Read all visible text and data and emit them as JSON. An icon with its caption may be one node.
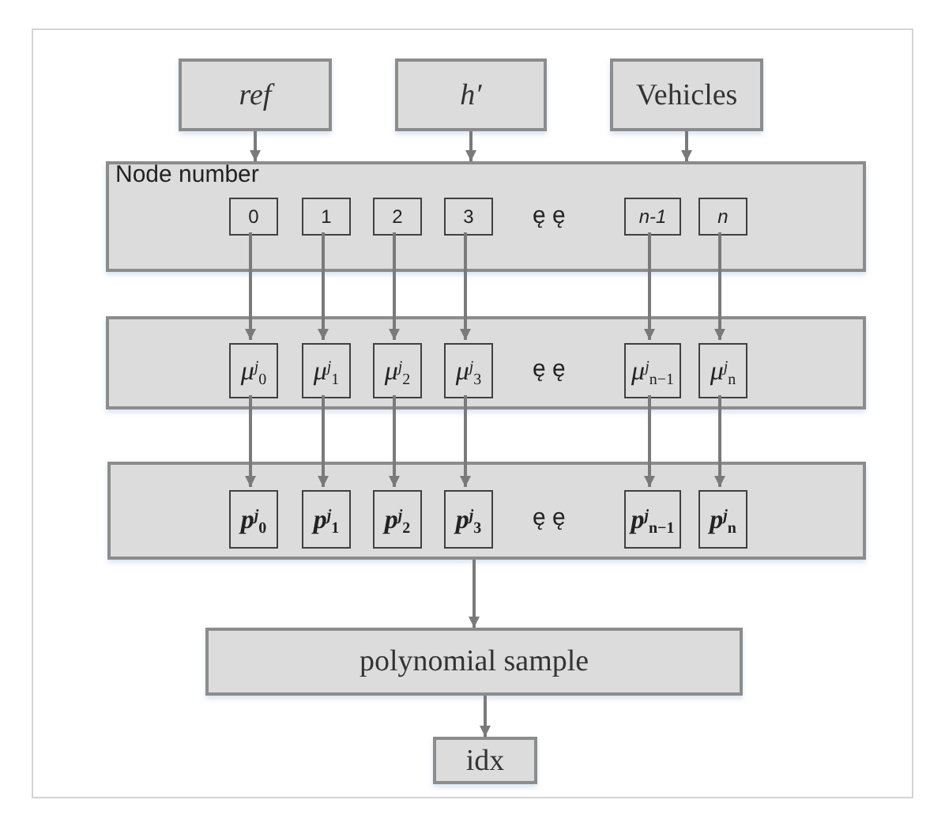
{
  "diagram": {
    "nodes": [
      {
        "text": [
          "ref"
        ]
      },
      {
        "text": [
          "h′"
        ]
      },
      {
        "text": [
          "Vehicles"
        ]
      },
      {
        "text": [
          "Node number"
        ]
      },
      {
        "text": [
          "0"
        ],
        "in": 3
      },
      {
        "text": [
          "1"
        ],
        "in": 3
      },
      {
        "text": [
          "2"
        ],
        "in": 3
      },
      {
        "text": [
          "3"
        ],
        "in": 3
      },
      {
        "text": [
          "n-1"
        ],
        "in": 3
      },
      {
        "text": [
          "n"
        ],
        "in": 3
      },
      {
        "text": [],
        "shape": "box"
      },
      {
        "text": [
          "μ$^{j}$$_{0}$"
        ],
        "in": 10
      },
      {
        "text": [
          "μ$^{j}$$_{1}$"
        ],
        "in": 10
      },
      {
        "text": [
          "μ$^{j}$$_{2}$"
        ],
        "in": 10
      },
      {
        "text": [
          "μ$^{j}$$_{3}$"
        ],
        "in": 10
      },
      {
        "text": [
          "μ$^{j}$$_{n−1}$"
        ],
        "in": 10
      },
      {
        "text": [
          "μ$^{j}$$_{n}$"
        ],
        "in": 10
      },
      {
        "text": [],
        "shape": "box"
      },
      {
        "text": [
          "p$^{j}$$_{0}$"
        ],
        "in": 17
      },
      {
        "text": [
          "p$^{j}$$_{1}$"
        ],
        "in": 17
      },
      {
        "text": [
          "p$^{j}$$_{2}$"
        ],
        "in": 17
      },
      {
        "text": [
          "p$^{j}$$_{3}$"
        ],
        "in": 17
      },
      {
        "text": [
          "p$^{j}$$_{n−1}$"
        ],
        "in": 17
      },
      {
        "text": [
          "p$^{j}$$_{n}$"
        ],
        "in": 17
      },
      {
        "text": [
          "polynomial sample"
        ]
      },
      {
        "text": [
          "idx"
        ]
      }
    ],
    "edges": [
      {
        "from": 0,
        "to": 3,
        "arrow": "to"
      },
      {
        "from": 1,
        "to": 3,
        "arrow": "to"
      },
      {
        "from": 2,
        "to": 3,
        "arrow": "to"
      },
      {
        "from": 4,
        "to": 11,
        "arrow": "to"
      },
      {
        "from": 5,
        "to": 12,
        "arrow": "to"
      },
      {
        "from": 6,
        "to": 13,
        "arrow": "to"
      },
      {
        "from": 7,
        "to": 14,
        "arrow": "to"
      },
      {
        "from": 8,
        "to": 15,
        "arrow": "to"
      },
      {
        "from": 9,
        "to": 16,
        "arrow": "to"
      },
      {
        "from": 11,
        "to": 18,
        "arrow": "to"
      },
      {
        "from": 12,
        "to": 19,
        "arrow": "to"
      },
      {
        "from": 13,
        "to": 20,
        "arrow": "to"
      },
      {
        "from": 14,
        "to": 21,
        "arrow": "to"
      },
      {
        "from": 15,
        "to": 22,
        "arrow": "to"
      },
      {
        "from": 16,
        "to": 23,
        "arrow": "to"
      },
      {
        "from": 17,
        "to": 24,
        "arrow": "to"
      },
      {
        "from": 24,
        "to": 25,
        "arrow": "to"
      }
    ],
    "labels": [
      "ę ę",
      "ę ę",
      "ę ę"
    ]
  }
}
